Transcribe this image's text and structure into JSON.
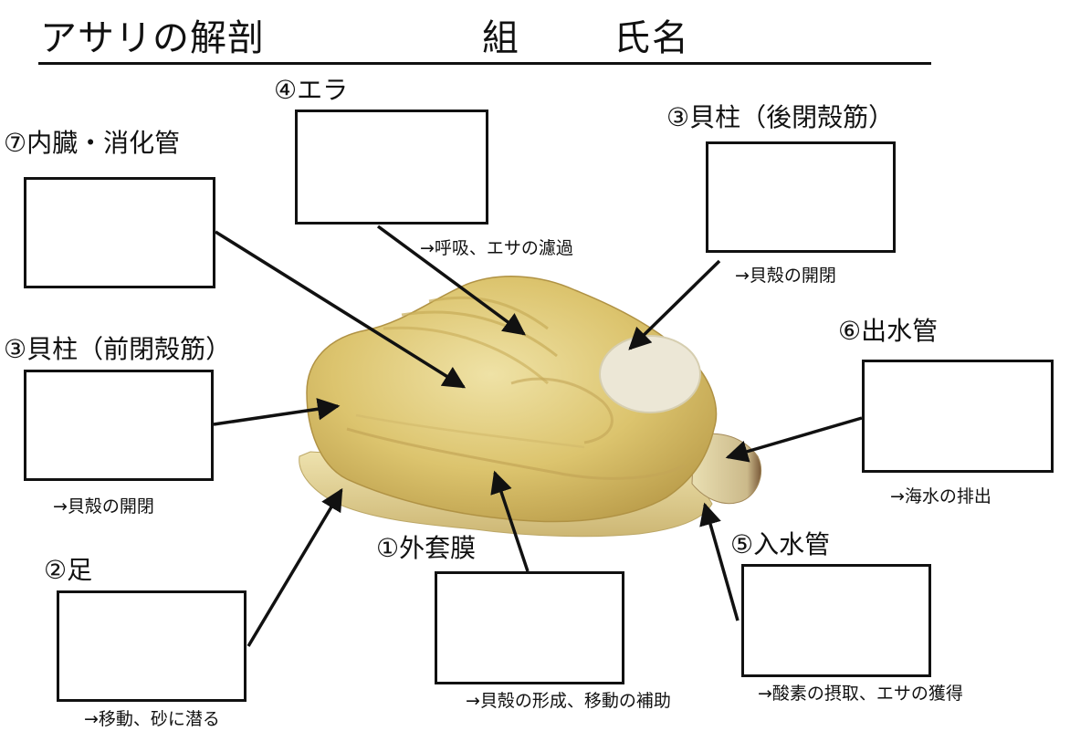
{
  "header": {
    "title": "アサリの解剖",
    "class_label": "組",
    "name_label": "氏名"
  },
  "parts": {
    "mantle": {
      "label": "①外套膜",
      "note": "→貝殻の形成、移動の補助"
    },
    "foot": {
      "label": "②足",
      "note": "→移動、砂に潜る"
    },
    "posterior_adductor": {
      "label": "③貝柱（後閉殻筋）",
      "note": "→貝殻の開閉"
    },
    "anterior_adductor": {
      "label": "③貝柱（前閉殻筋）",
      "note": "→貝殻の開閉"
    },
    "gills": {
      "label": "④エラ",
      "note": "→呼吸、エサの濾過"
    },
    "inhalant_siphon": {
      "label": "⑤入水管",
      "note": "→酸素の摂取、エサの獲得"
    },
    "exhalant_siphon": {
      "label": "⑥出水管",
      "note": "→海水の排出"
    },
    "viscera": {
      "label": "⑦内臓・消化管",
      "note": ""
    }
  }
}
